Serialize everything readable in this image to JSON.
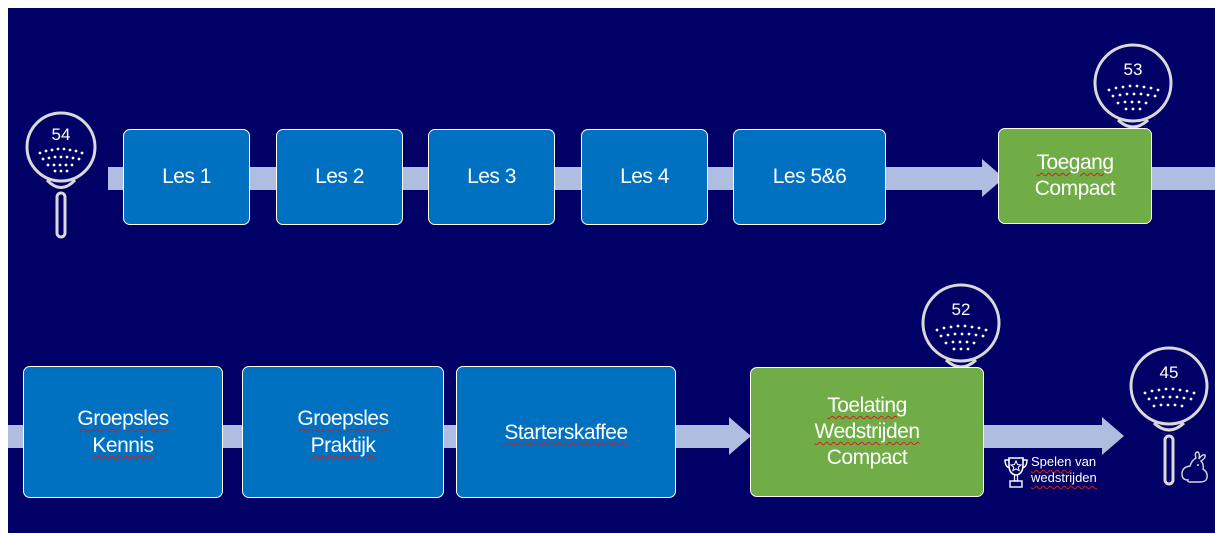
{
  "row1": {
    "tee_start": "54",
    "lessons": [
      "Les 1",
      "Les 2",
      "Les 3",
      "Les 4",
      "Les 5&6"
    ],
    "tee_end": "53",
    "milestone_line1": "Toegang",
    "milestone_line2": "Compact"
  },
  "row2": {
    "box1_line1": "Groepsles",
    "box1_line2": "Kennis",
    "box2_line1": "Groepsles",
    "box2_line2": "Praktijk",
    "box3": "Starterskaffee",
    "tee_mid": "52",
    "milestone_line1": "Toelating",
    "milestone_line2": "Wedstrijden",
    "milestone_line3": "Compact",
    "trophy_line1": "Spelen",
    "trophy_line1b": "van",
    "trophy_line2": "wedstrijden",
    "tee_end": "45"
  },
  "colors": {
    "background": "#000066",
    "lesson_box": "#0070c0",
    "milestone_box": "#70ad47",
    "connector": "#afbde0"
  }
}
